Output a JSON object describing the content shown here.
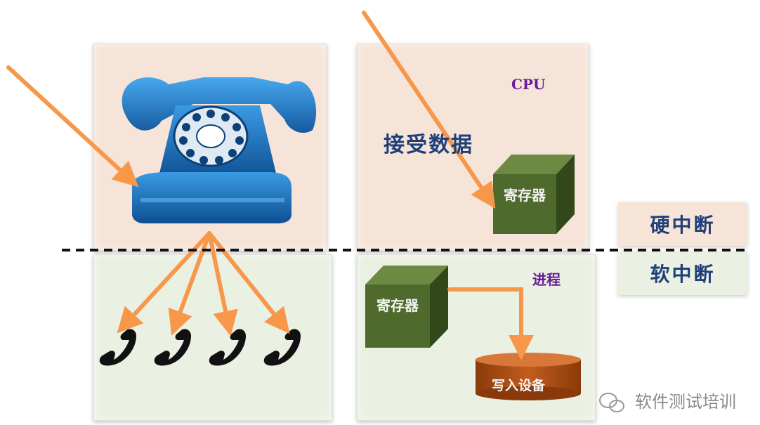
{
  "hardware": {
    "cpu_label": "CPU",
    "receive_label": "接受数据",
    "register_label": "寄存器"
  },
  "software": {
    "process_label": "进程",
    "register_label": "寄存器",
    "write_device_label": "写入设备"
  },
  "legend": {
    "hard_interrupt": "硬中断",
    "soft_interrupt": "软中断"
  },
  "watermark": {
    "text": "软件测试培训"
  },
  "colors": {
    "hardware_panel": "#f6e4d8",
    "software_panel": "#eaf0e2",
    "arrow": "#f7974a",
    "cube": "#4e6a2c",
    "phone": "#1f6fb8",
    "cylinder": "#a64a10"
  }
}
